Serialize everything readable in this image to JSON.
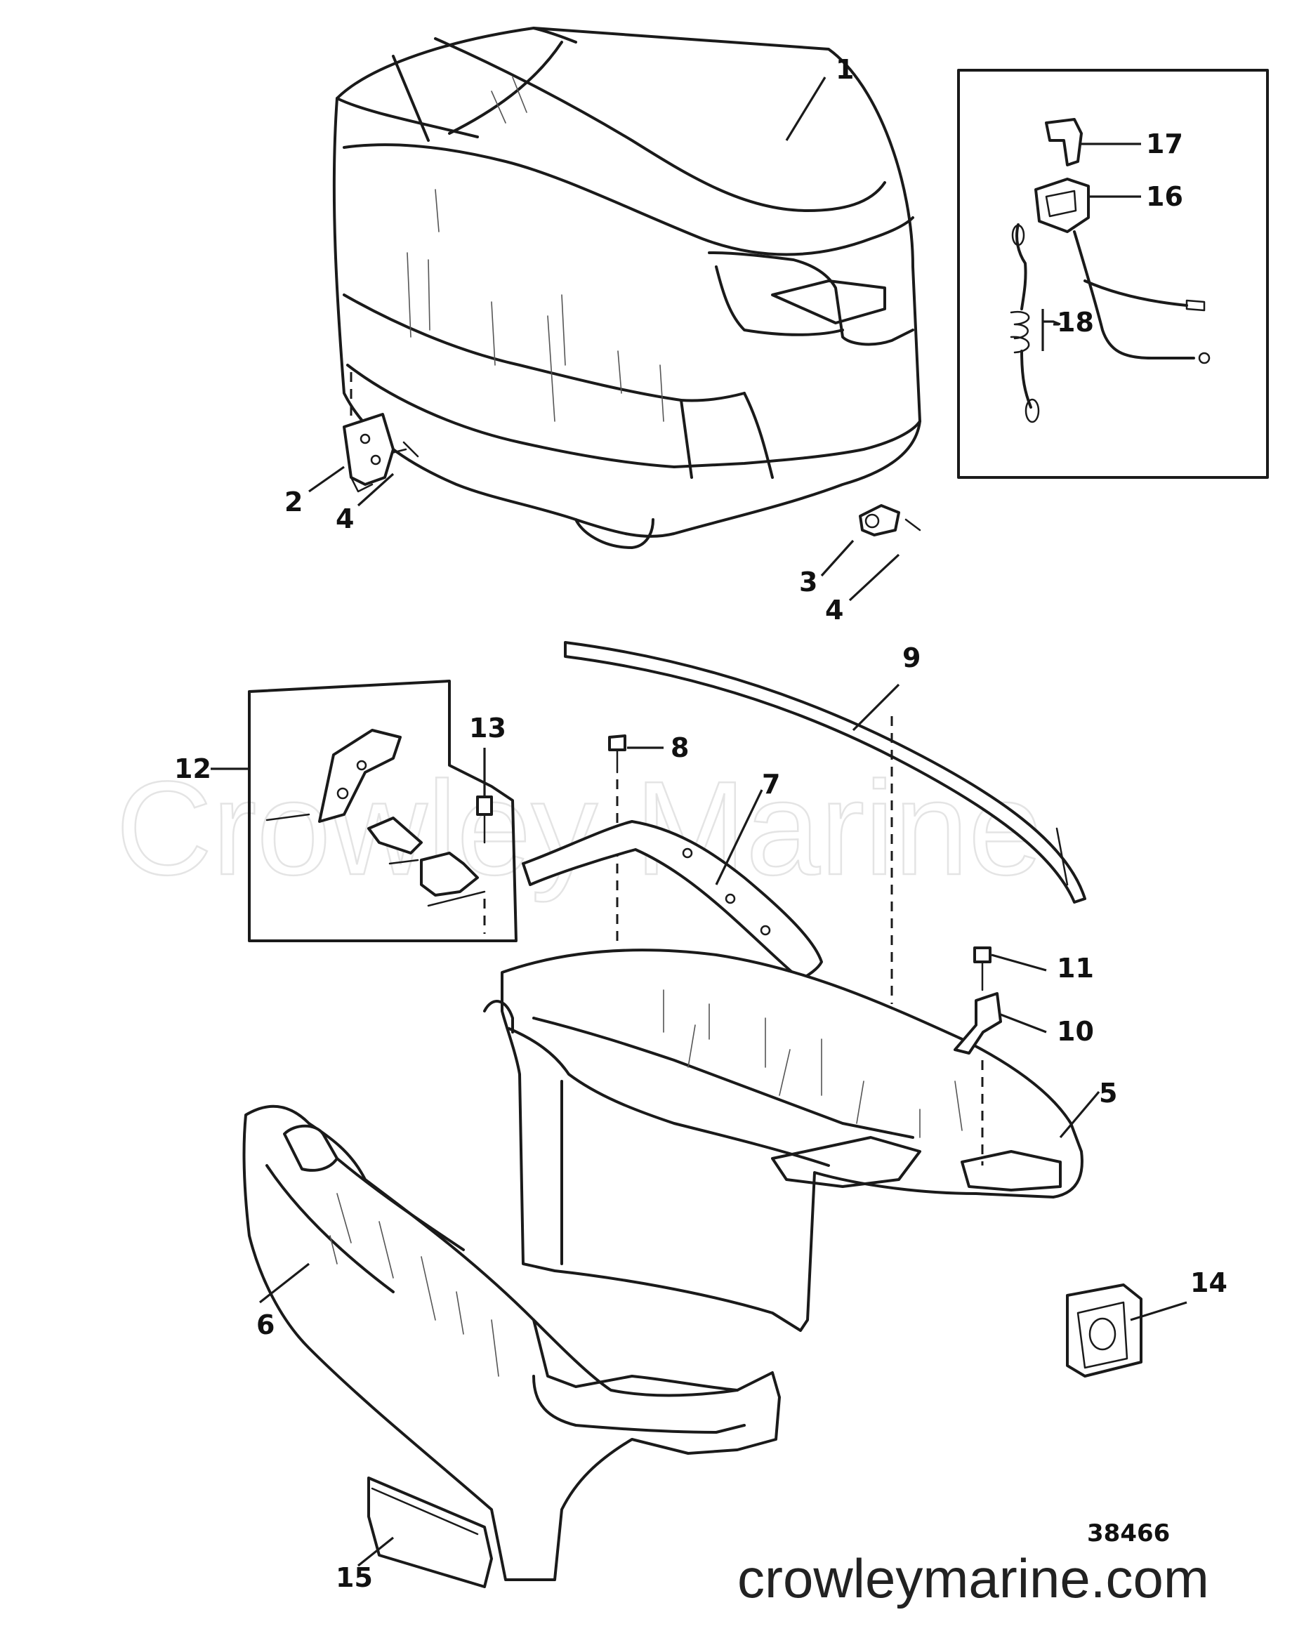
{
  "watermark": "Crowley Marine",
  "figure_number": "38466",
  "website": "crowleymarine.com",
  "callouts": {
    "c1": "1",
    "c2": "2",
    "c3": "3",
    "c4a": "4",
    "c4b": "4",
    "c5": "5",
    "c6": "6",
    "c7": "7",
    "c8": "8",
    "c9": "9",
    "c10": "10",
    "c11": "11",
    "c12": "12",
    "c13": "13",
    "c14": "14",
    "c15": "15",
    "c16": "16",
    "c17": "17",
    "c18": "18"
  }
}
